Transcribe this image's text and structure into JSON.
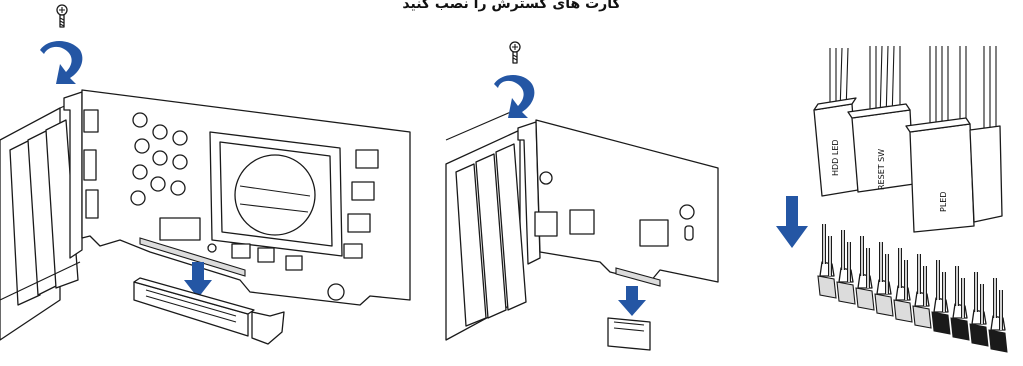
{
  "title": "کارت های گسترش را نصب کنید",
  "panel_header": {
    "hdd_led": "HDD LED",
    "reset_sw": "RESET SW",
    "pled": "PLED"
  },
  "colors": {
    "arrow": "#2456a4",
    "line": "#1a1a1a",
    "background": "#ffffff"
  },
  "icons": [
    "screw-icon",
    "rotate-arrow-icon",
    "down-arrow-icon"
  ]
}
